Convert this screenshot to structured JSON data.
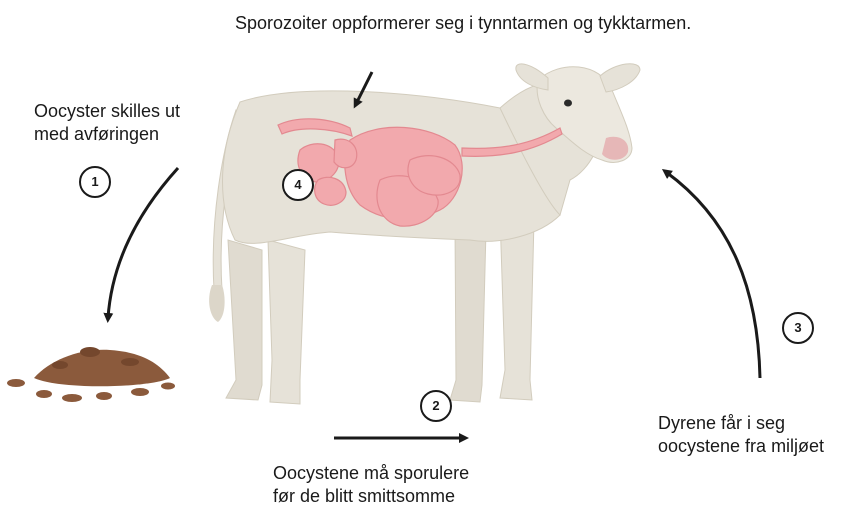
{
  "title": "Sporozoiter oppformerer seg i tynntarmen og tykktarmen.",
  "steps": [
    {
      "number": "1",
      "label_lines": [
        "Oocyster skilles ut",
        "med avføringen"
      ]
    },
    {
      "number": "2",
      "label_lines": [
        "Oocystene må sporulere",
        "før de blitt smittsomme"
      ]
    },
    {
      "number": "3",
      "label_lines": [
        "Dyrene får i seg",
        "oocystene fra miljøet"
      ]
    },
    {
      "number": "4",
      "label_lines": []
    }
  ],
  "colors": {
    "calf_body": "#e6e2d8",
    "calf_outline": "#d2ccbd",
    "intestine": "#f2a9ad",
    "intestine_outline": "#e38990",
    "feces": "#8b5a3c",
    "arrow": "#1a1a1a"
  },
  "icons": [
    "calf-illustration",
    "intestine-illustration",
    "feces-pile-icon",
    "arrow-icon"
  ]
}
